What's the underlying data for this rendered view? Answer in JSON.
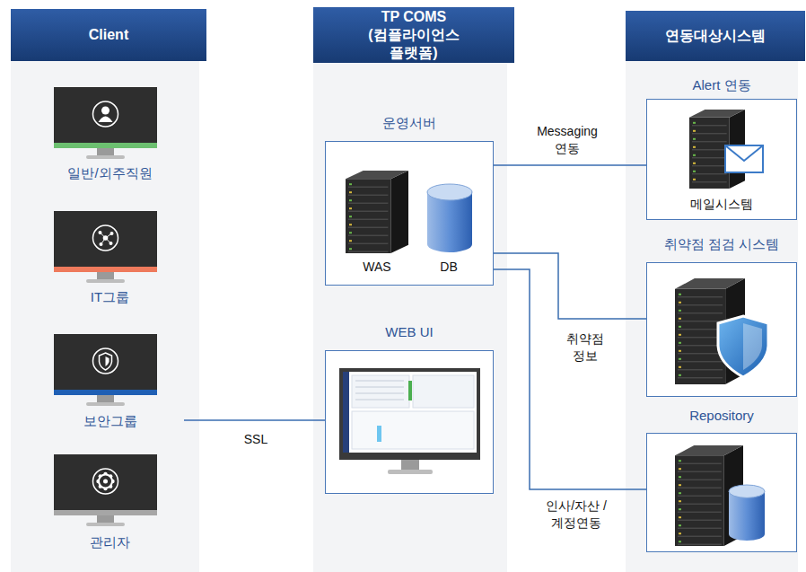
{
  "diagram": {
    "nodes": [
      {
        "text": [
          "Client"
        ]
      },
      {
        "text": [
          "일반/외주직원"
        ],
        "in": 0
      },
      {
        "text": [
          "IT그룹"
        ],
        "in": 0
      },
      {
        "text": [
          "보안그룹"
        ],
        "in": 0
      },
      {
        "text": [
          "관리자"
        ],
        "in": 0
      },
      {
        "text": [
          "TP COMS (컴플라이언스 플랫폼)"
        ]
      },
      {
        "text": [
          "운영서버"
        ],
        "in": 5
      },
      {
        "text": [
          "WAS"
        ],
        "in": 6
      },
      {
        "text": [
          "DB"
        ],
        "in": 6
      },
      {
        "text": [
          "WEB UI"
        ],
        "in": 5
      },
      {
        "text": [
          "연동대상시스템"
        ]
      },
      {
        "text": [
          "Alert 연동",
          "메일시스템"
        ],
        "in": 10
      },
      {
        "text": [
          "취약점 점검 시스템"
        ],
        "in": 10
      },
      {
        "text": [
          "Repository"
        ],
        "in": 10
      }
    ],
    "edges": [
      {
        "from": 3,
        "to": 9,
        "label": "SSL",
        "arrow": "none"
      },
      {
        "from": 6,
        "to": 11,
        "label": "Messaging 연동",
        "arrow": "none"
      },
      {
        "from": 6,
        "to": 12,
        "label": "취약점 정보",
        "arrow": "none"
      },
      {
        "from": 6,
        "to": 13,
        "label": "인사/자산 /계정연동",
        "arrow": "none"
      }
    ]
  }
}
